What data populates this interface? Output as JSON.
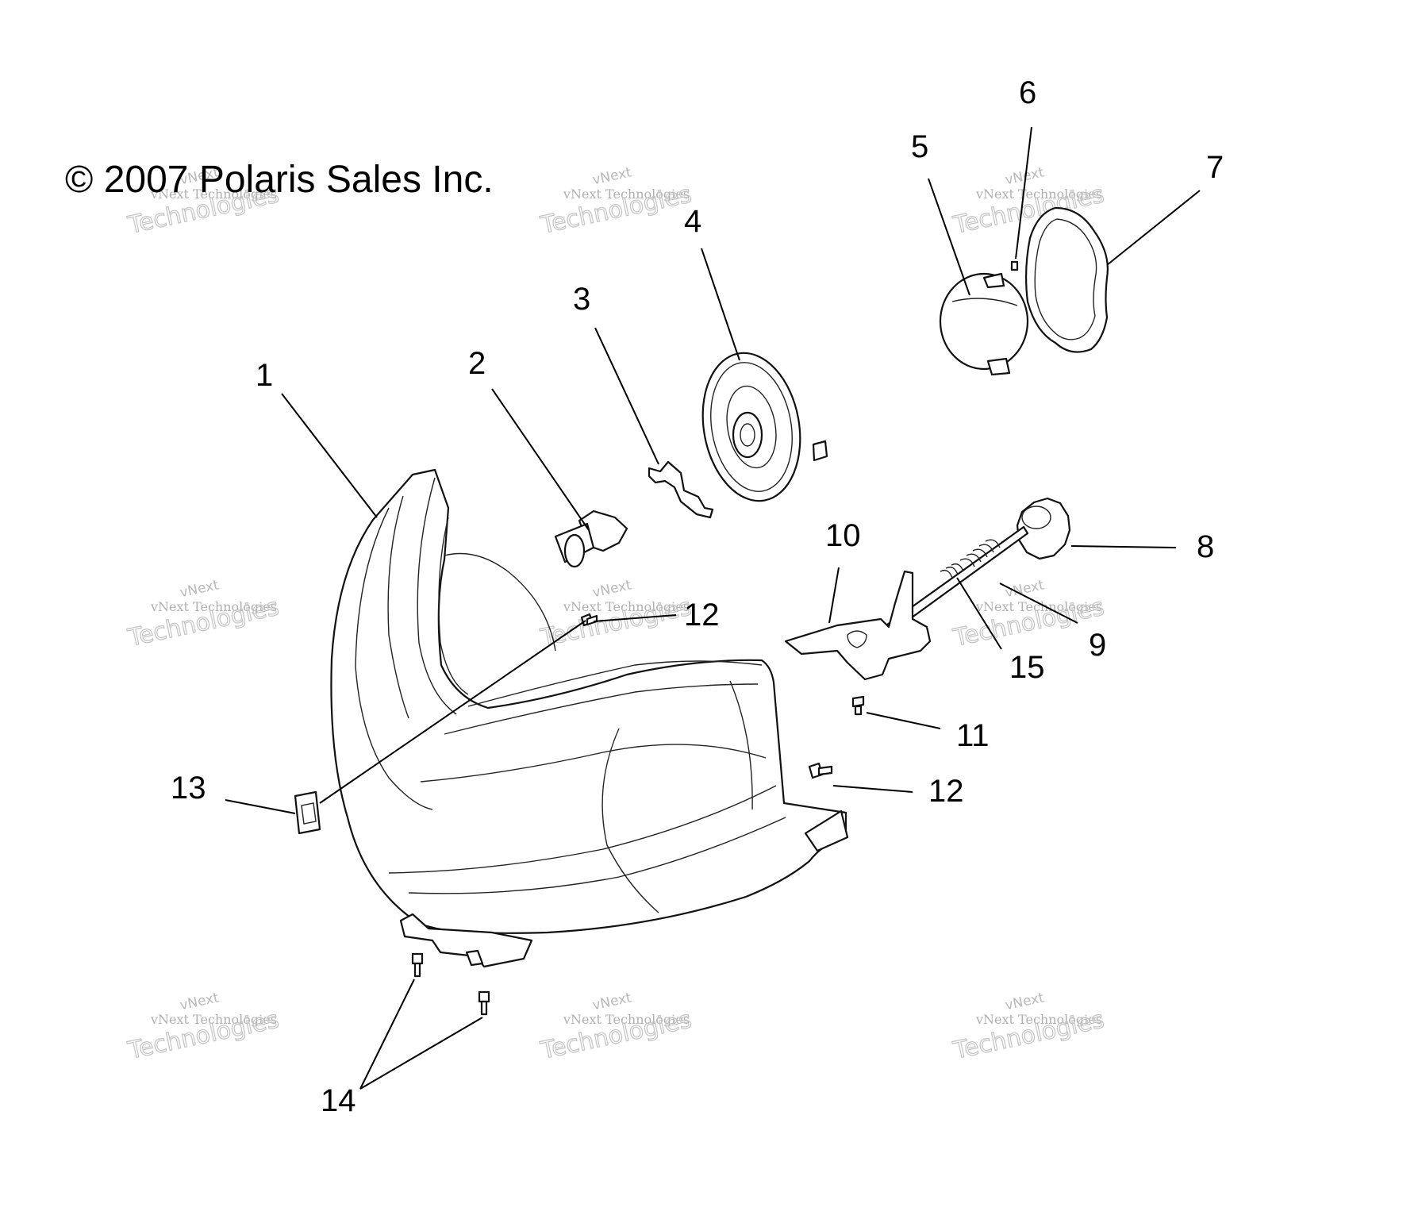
{
  "copyright": "© 2007 Polaris Sales Inc.",
  "watermark": {
    "line1": "vNext",
    "line2": "vNext Technologies",
    "line3": "Technologies"
  },
  "labels": {
    "p1": "1",
    "p2": "2",
    "p3": "3",
    "p4": "4",
    "p5": "5",
    "p6": "6",
    "p7": "7",
    "p8": "8",
    "p9": "9",
    "p10": "10",
    "p11": "11",
    "p12a": "12",
    "p12b": "12",
    "p13": "13",
    "p14": "14",
    "p15": "15"
  }
}
